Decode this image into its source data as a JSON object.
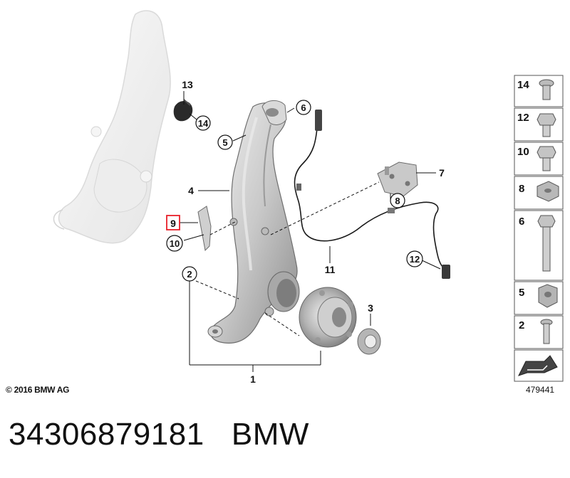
{
  "callouts": {
    "c1": "1",
    "c2": "2",
    "c3": "3",
    "c4": "4",
    "c5": "5",
    "c6": "6",
    "c7": "7",
    "c8": "8",
    "c9": "9",
    "c10": "10",
    "c11": "11",
    "c12": "12",
    "c13": "13",
    "c14": "14"
  },
  "sidebar": {
    "items": [
      "14",
      "12",
      "10",
      "8",
      "6",
      "5",
      "2"
    ]
  },
  "highlight_color": "#e8202a",
  "copyright": "© 2016 BMW AG",
  "drawing_number": "479441",
  "footer": {
    "part_number": "34306879181",
    "brand": "BMW"
  }
}
